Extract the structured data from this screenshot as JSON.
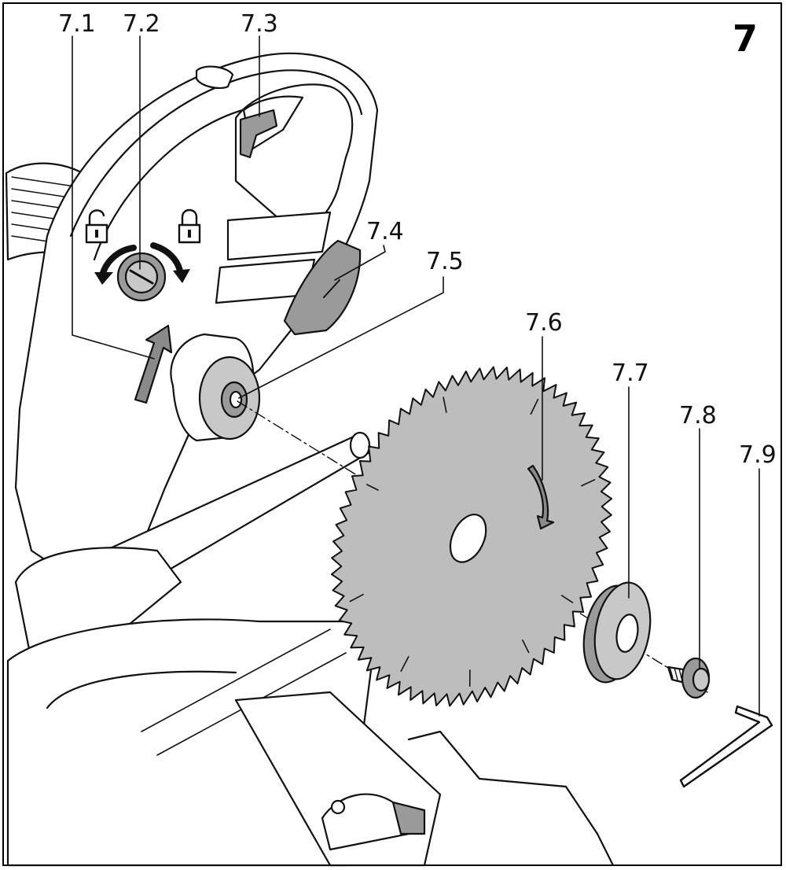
{
  "figure": {
    "number": "7"
  },
  "callouts": {
    "c71": "7.1",
    "c72": "7.2",
    "c73": "7.3",
    "c74": "7.4",
    "c75": "7.5",
    "c76": "7.6",
    "c77": "7.7",
    "c78": "7.8",
    "c79": "7.9"
  },
  "colors": {
    "line": "#111111",
    "blade": "#bdbdbd",
    "part_gray": "#9a9a9a",
    "dark_gray": "#6e6e6e",
    "background": "#ffffff"
  },
  "icons": [
    "unlock-icon",
    "lock-icon",
    "rotate-left-arrow-icon",
    "rotate-right-arrow-icon",
    "rotation-direction-arrow-icon"
  ]
}
